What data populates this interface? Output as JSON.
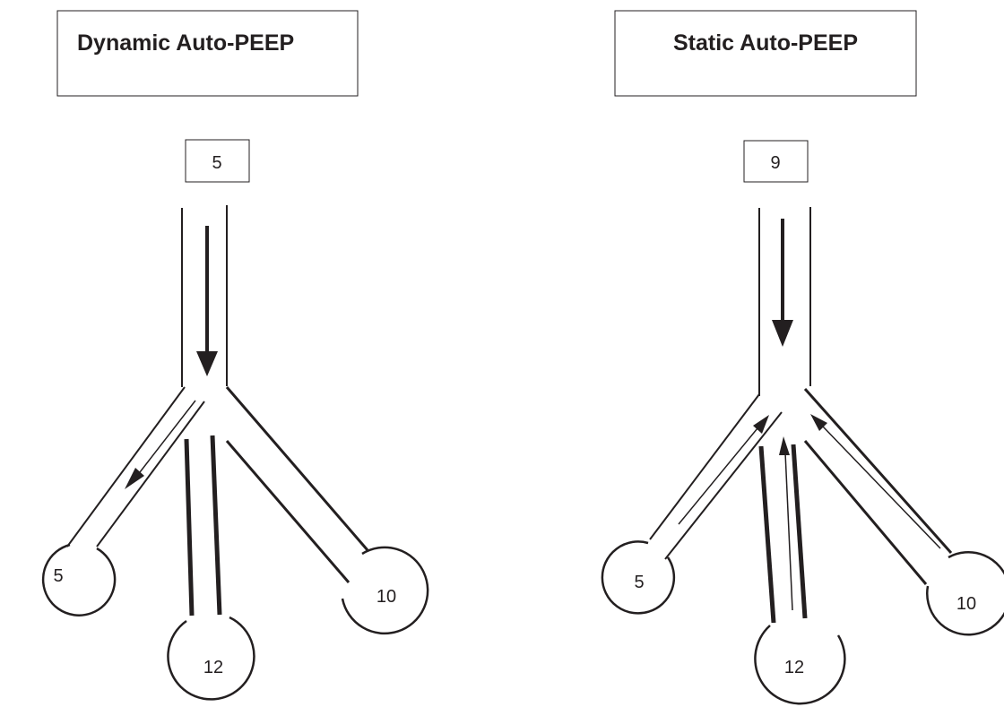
{
  "panels": [
    {
      "title": "Dynamic Auto-PEEP",
      "airway_value": "5",
      "alveoli": [
        {
          "label": "5"
        },
        {
          "label": "12"
        },
        {
          "label": "10"
        }
      ]
    },
    {
      "title": "Static Auto-PEEP",
      "airway_value": "9",
      "alveoli": [
        {
          "label": "5"
        },
        {
          "label": "12"
        },
        {
          "label": "10"
        }
      ]
    }
  ],
  "colors": {
    "ink": "#231f20",
    "background": "#ffffff"
  }
}
